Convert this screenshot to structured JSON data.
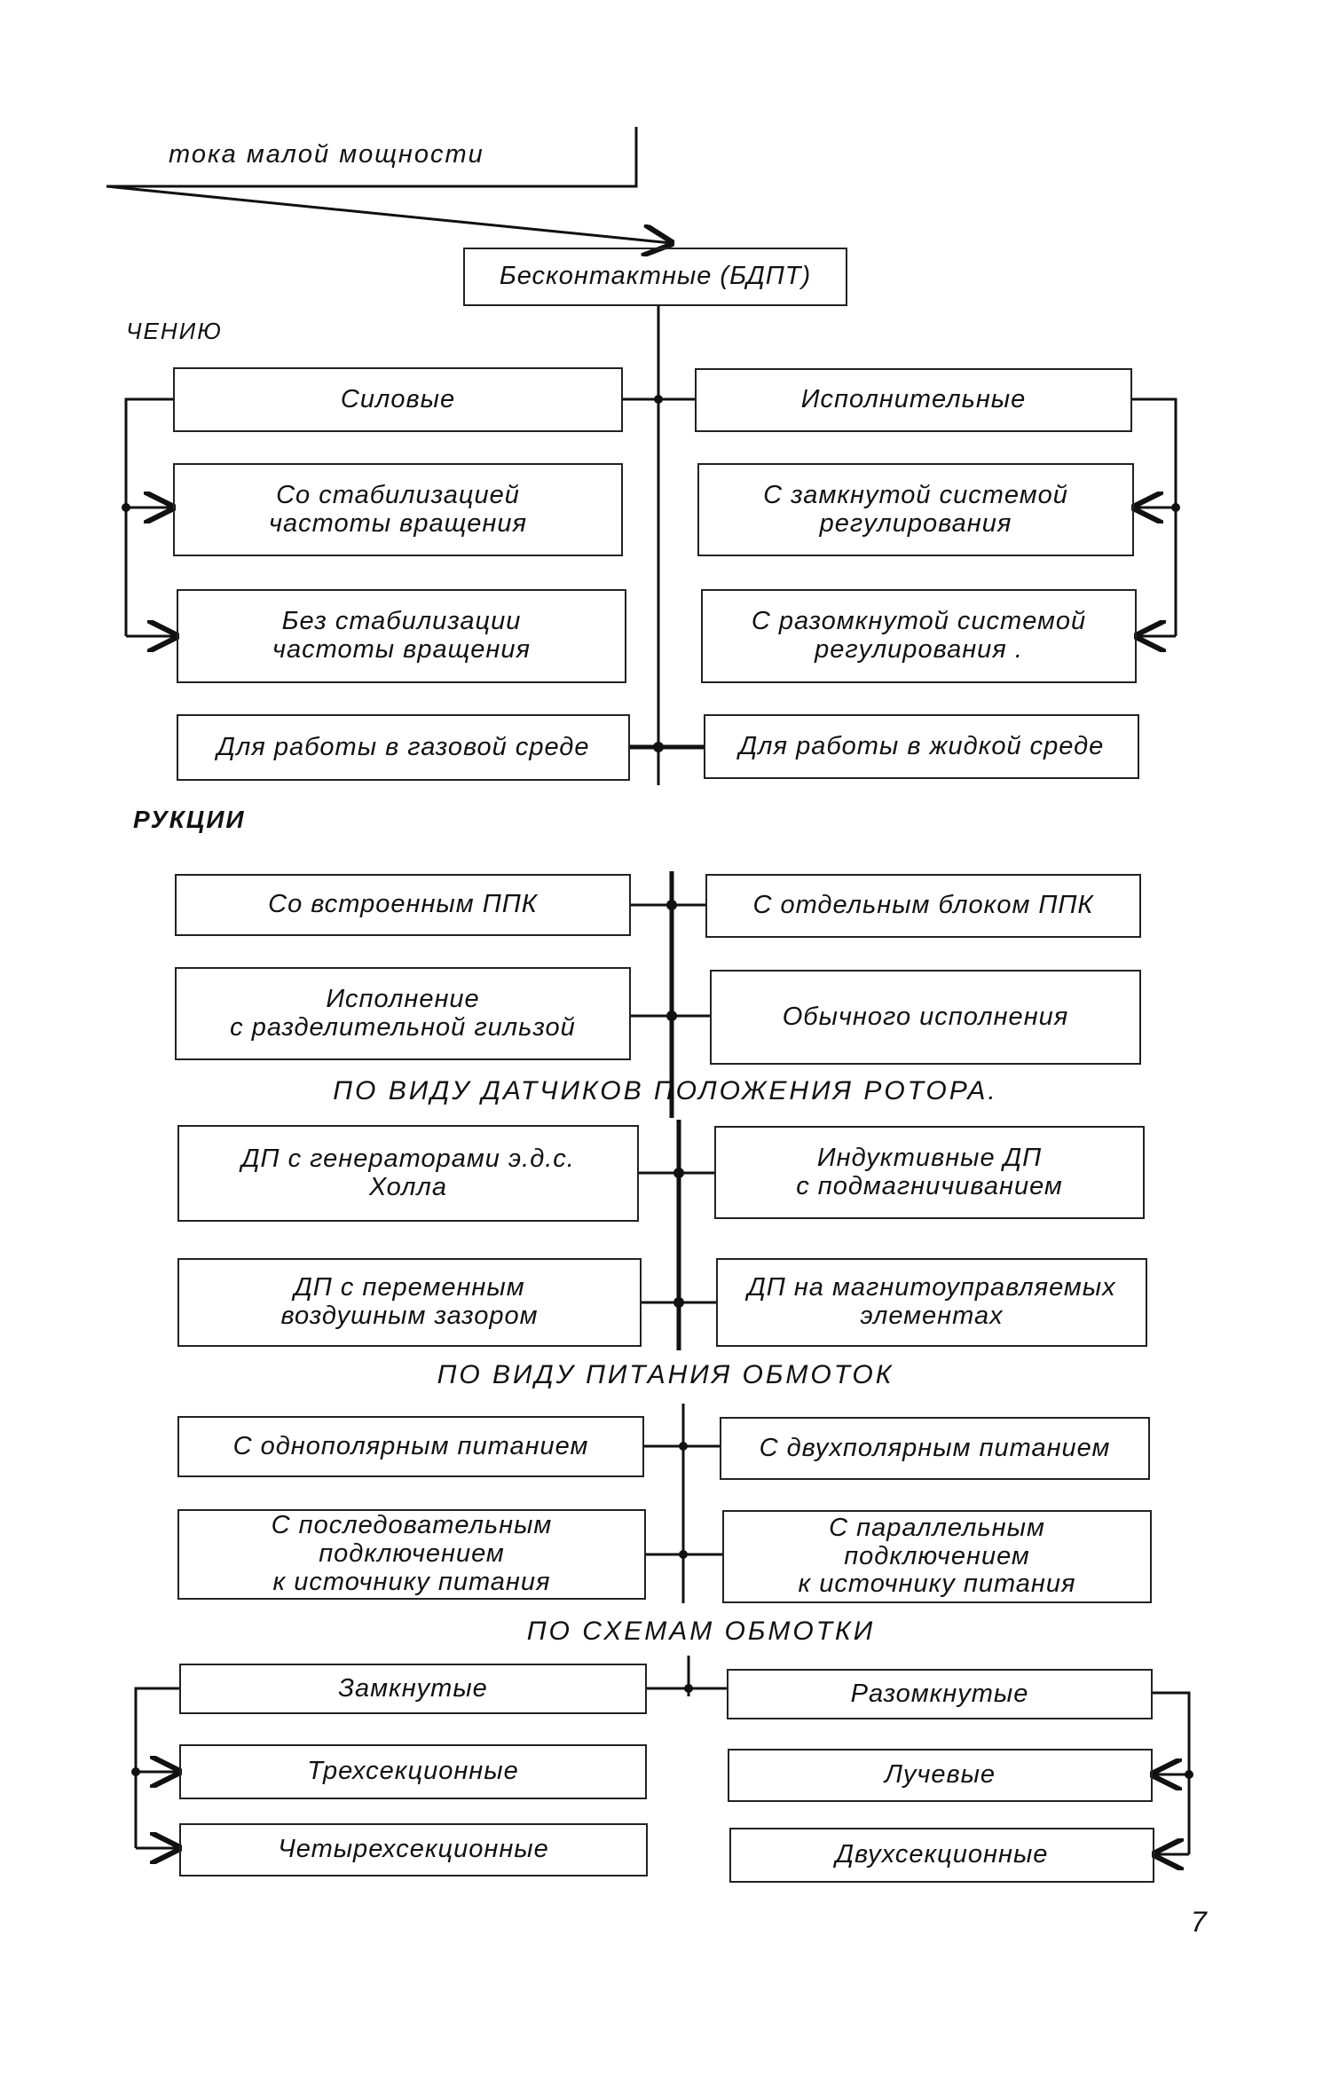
{
  "top_fragment": "тока малой мощности",
  "root": "Бесконтактные (БДПТ)",
  "section1_label": "ЧЕНИЮ",
  "s1": {
    "left": [
      "Силовые",
      "Со стабилизацией\nчастоты вращения",
      "Без стабилизации\nчастоты вращения",
      "Для работы в газовой среде"
    ],
    "right": [
      "Исполнительные",
      "С замкнутой системой\nрегулирования",
      "С разомкнутой системой\nрегулирования .",
      "Для работы в жидкой среде"
    ]
  },
  "section2_label": "РУКЦИИ",
  "s2": {
    "left": [
      "Со встроенным ППК",
      "Исполнение\nс разделительной гильзой"
    ],
    "right": [
      "С отдельным блоком ППК",
      "Обычного исполнения"
    ]
  },
  "section3_heading": "ПО ВИДУ ДАТЧИКОВ ПОЛОЖЕНИЯ РОТОРА.",
  "s3": {
    "left": [
      "ДП с генераторами э.д.с.\nХолла",
      "ДП с переменным\nвоздушным зазором"
    ],
    "right": [
      "Индуктивные ДП\nс подмагничиванием",
      "ДП на магнитоуправляемых\nэлементах"
    ]
  },
  "section4_heading": "ПО ВИДУ ПИТАНИЯ ОБМОТОК",
  "s4": {
    "left": [
      "С однополярным питанием",
      "С последовательным\nподключением\nк источнику питания"
    ],
    "right": [
      "С двухполярным питанием",
      "С параллельным\nподключением\nк источнику питания"
    ]
  },
  "section5_heading": "ПО СХЕМАМ ОБМОТКИ",
  "s5": {
    "left": [
      "Замкнутые",
      "Трехсекционные",
      "Четырехсекционные"
    ],
    "right": [
      "Разомкнутые",
      "Лучевые",
      "Двухсекционные"
    ]
  },
  "page_number": "7"
}
